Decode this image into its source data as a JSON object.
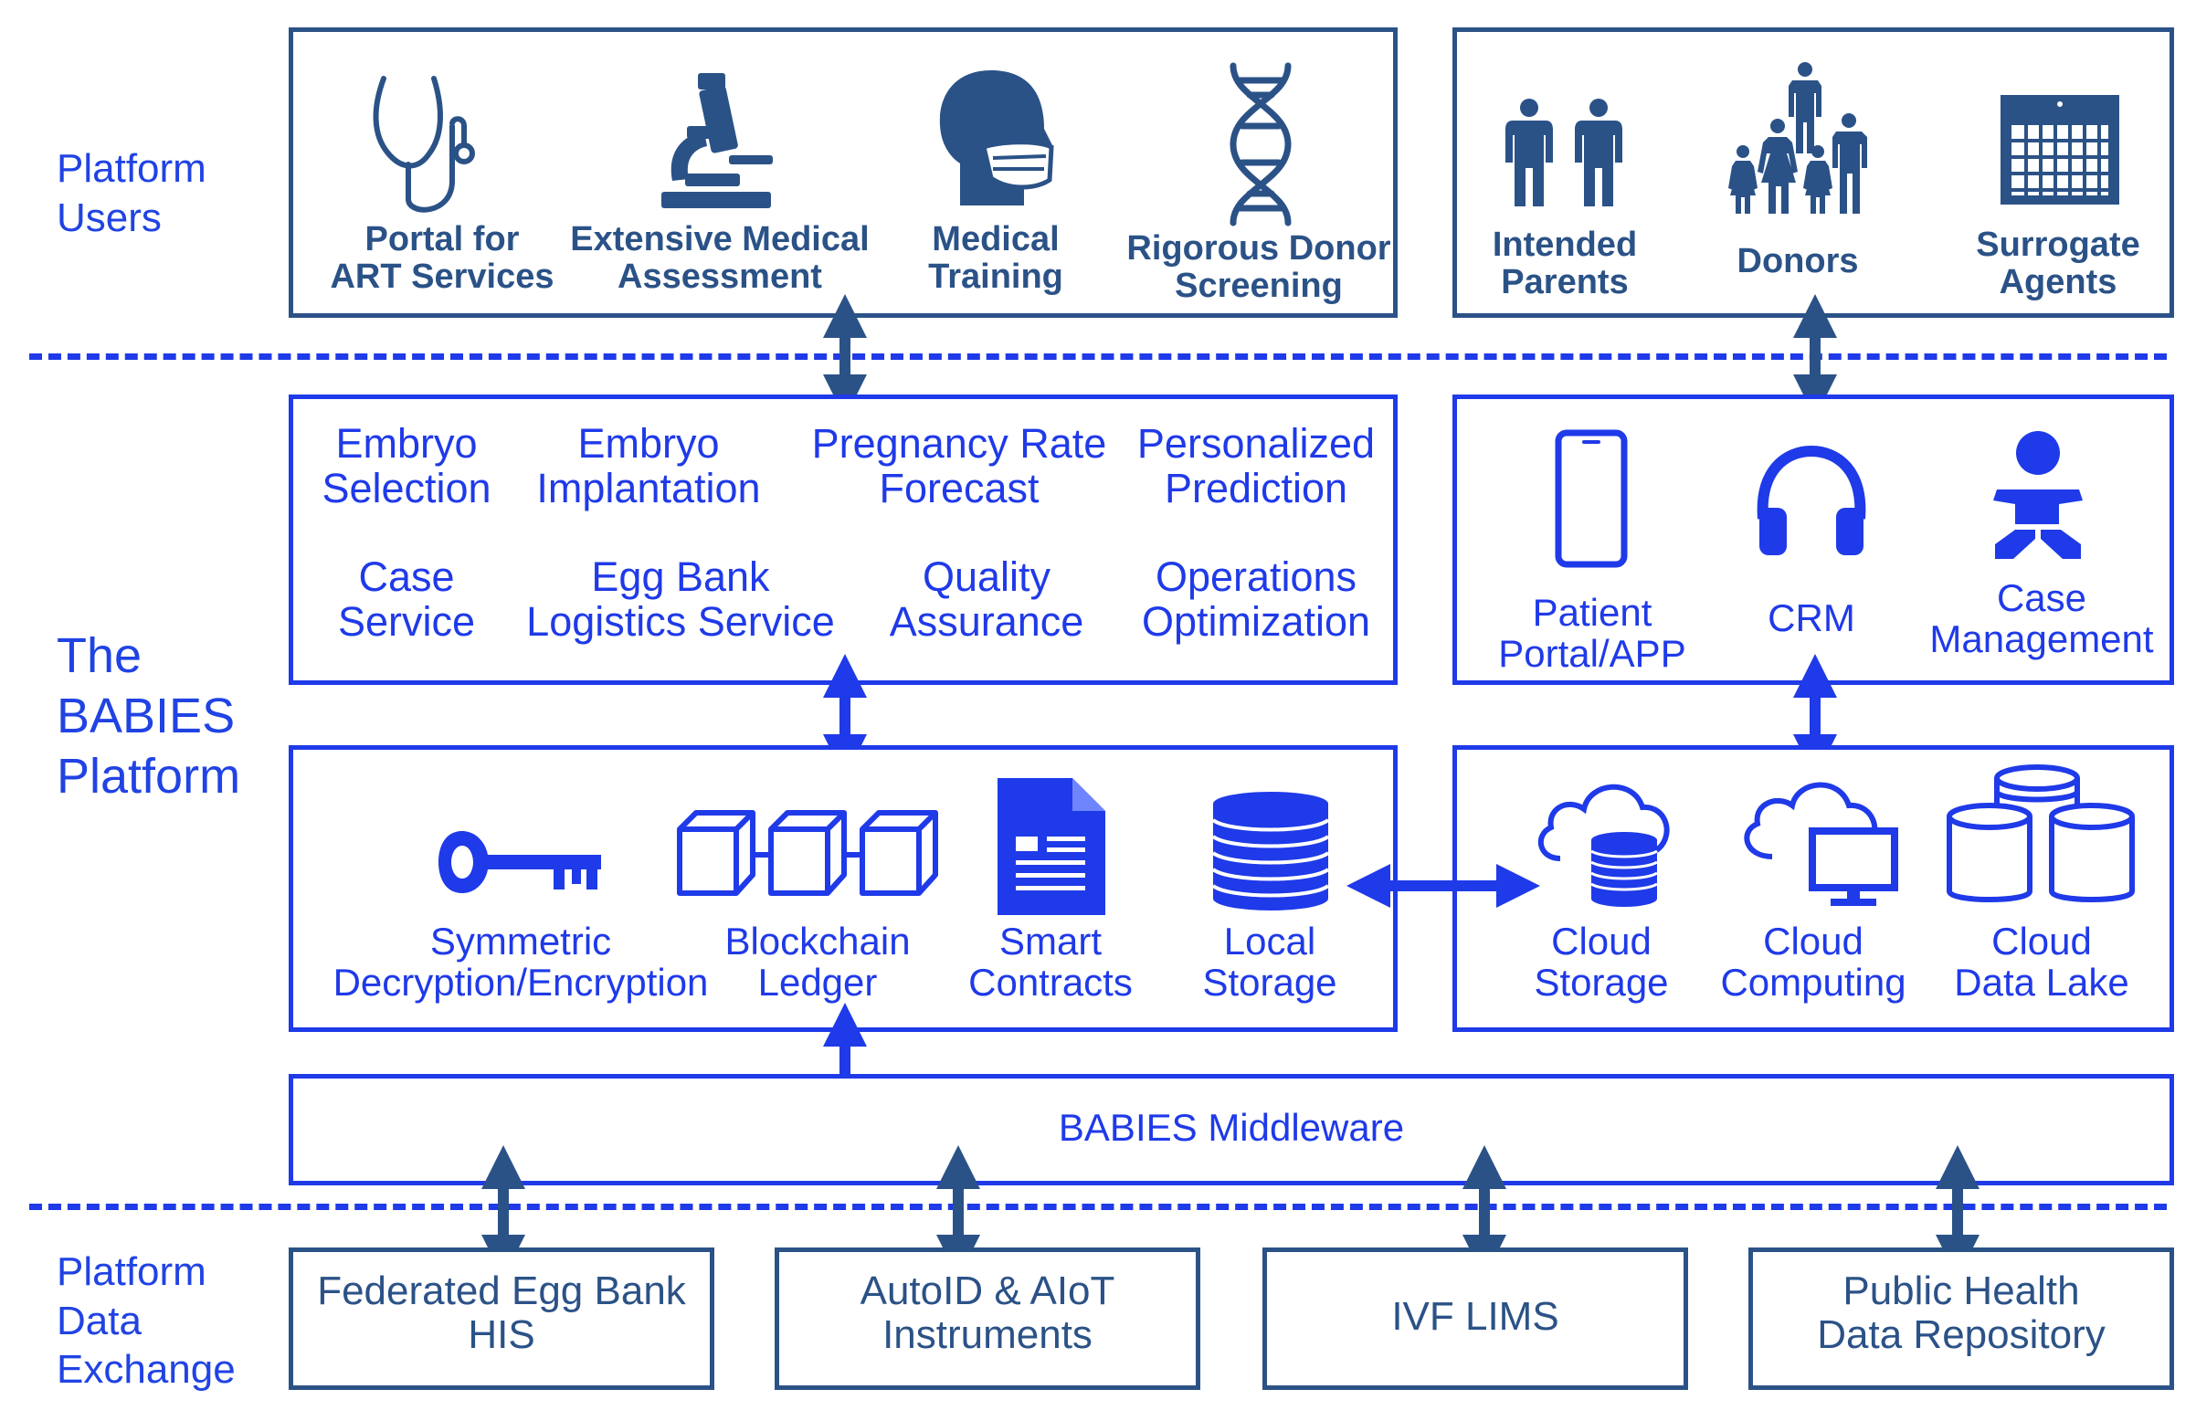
{
  "colors": {
    "navy": "#2b5287",
    "blue": "#1f3ae8"
  },
  "sections": {
    "users": [
      "Platform",
      "Users"
    ],
    "platform": [
      "The",
      "BABIES",
      "Platform"
    ],
    "exchange": [
      "Platform",
      "Data",
      "Exchange"
    ]
  },
  "users_left": [
    {
      "icon": "stethoscope-icon",
      "label": "Portal for\nART Services"
    },
    {
      "icon": "microscope-icon",
      "label": "Extensive Medical\nAssessment"
    },
    {
      "icon": "masked-head-icon",
      "label": "Medical\nTraining"
    },
    {
      "icon": "dna-icon",
      "label": "Rigorous Donor\nScreening"
    }
  ],
  "users_right": [
    {
      "icon": "two-people-icon",
      "label": "Intended\nParents"
    },
    {
      "icon": "family-icon",
      "label": "Donors"
    },
    {
      "icon": "calendar-icon",
      "label": "Surrogate\nAgents"
    }
  ],
  "services": [
    "Embryo\nSelection",
    "Embryo\nImplantation",
    "Pregnancy Rate\nForecast",
    "Personalized\nPrediction",
    "Case\nService",
    "Egg Bank\nLogistics Service",
    "Quality\nAssurance",
    "Operations\nOptimization"
  ],
  "engagement": [
    {
      "icon": "smartphone-icon",
      "label": "Patient\nPortal/APP"
    },
    {
      "icon": "headphones-icon",
      "label": "CRM"
    },
    {
      "icon": "baby-icon",
      "label": "Case\nManagement"
    }
  ],
  "core": [
    {
      "icon": "key-icon",
      "label": "Symmetric\nDecryption/Encryption"
    },
    {
      "icon": "blockchain-icon",
      "label": "Blockchain\nLedger"
    },
    {
      "icon": "document-icon",
      "label": "Smart\nContracts"
    },
    {
      "icon": "database-icon",
      "label": "Local\nStorage"
    }
  ],
  "cloud": [
    {
      "icon": "cloud-storage-icon",
      "label": "Cloud\nStorage"
    },
    {
      "icon": "cloud-computing-icon",
      "label": "Cloud\nComputing"
    },
    {
      "icon": "data-lake-icon",
      "label": "Cloud\nData Lake"
    }
  ],
  "middleware": "BABIES Middleware",
  "exchange_boxes": [
    "Federated Egg Bank\nHIS",
    "AutoID & AIoT\nInstruments",
    "IVF LIMS",
    "Public Health\nData Repository"
  ]
}
